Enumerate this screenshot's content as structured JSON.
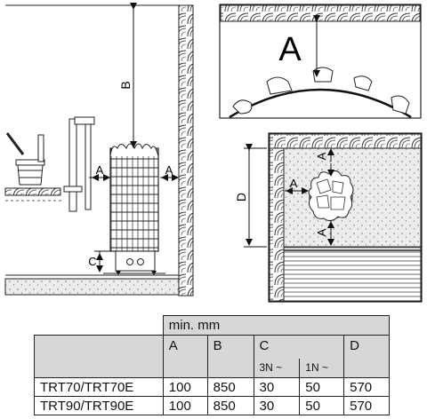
{
  "labels": {
    "dim_a": "A",
    "dim_b": "B",
    "dim_c": "C",
    "dim_d": "D"
  },
  "table": {
    "unit_header": "min. mm",
    "columns": [
      "A",
      "B",
      "C",
      "D"
    ],
    "c_subcolumns": [
      "3N ~",
      "1N ~"
    ],
    "rows": [
      {
        "model": "TRT70/TRT70E",
        "a": "100",
        "b": "850",
        "c3n": "30",
        "c1n": "50",
        "d": "570"
      },
      {
        "model": "TRT90/TRT90E",
        "a": "100",
        "b": "850",
        "c3n": "30",
        "c1n": "50",
        "d": "570"
      }
    ]
  }
}
